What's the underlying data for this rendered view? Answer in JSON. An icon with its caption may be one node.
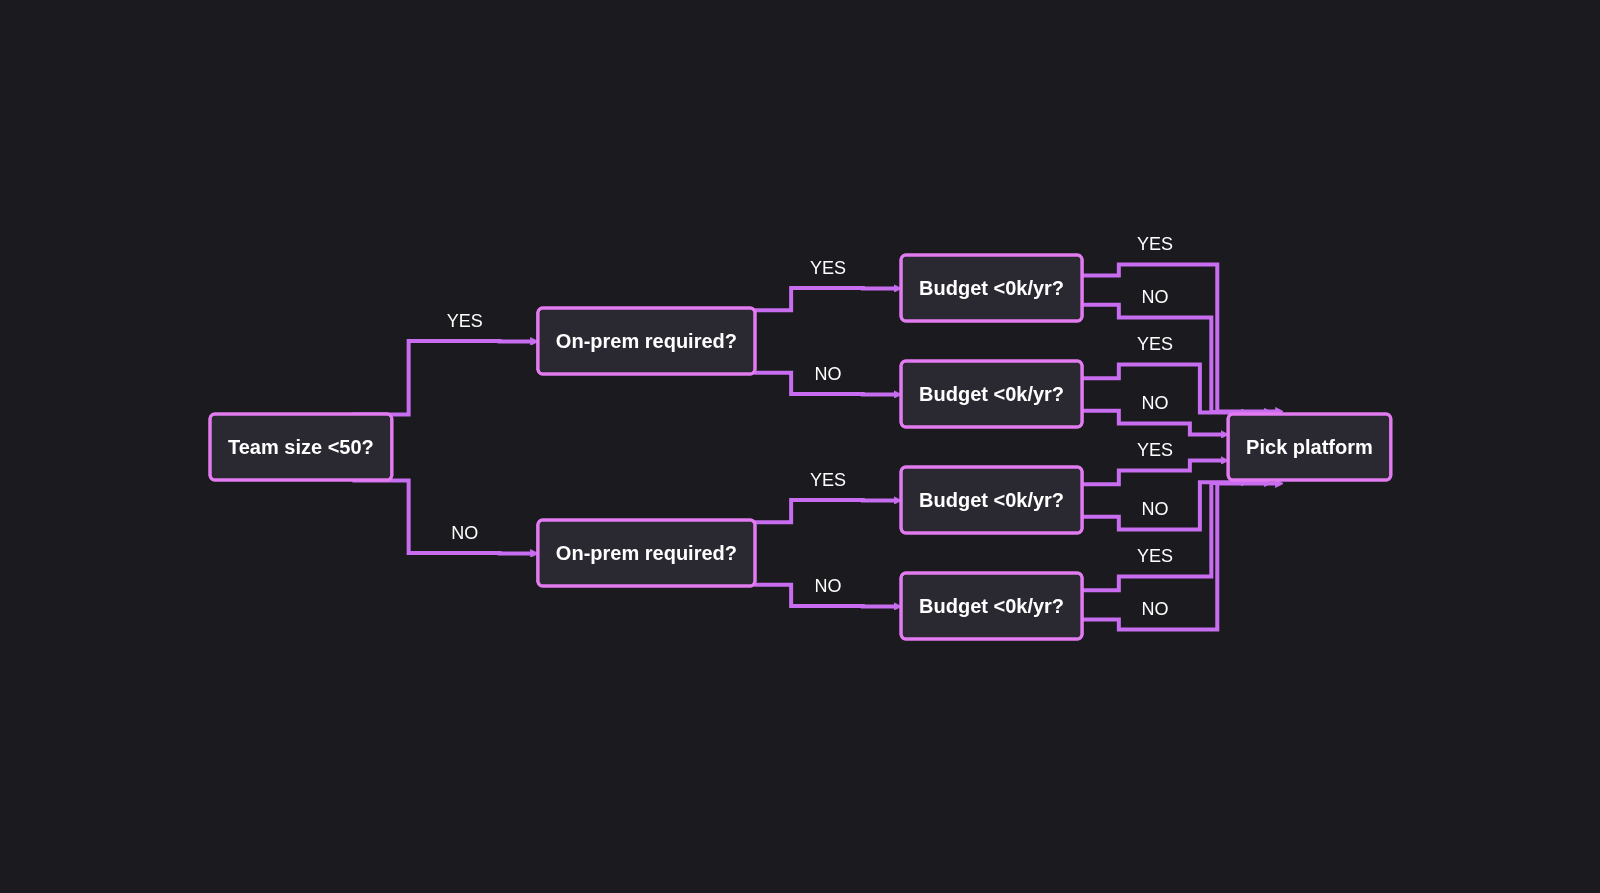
{
  "diagram": {
    "nodes": [
      {
        "text": [
          "Team size <50?"
        ]
      },
      {
        "text": [
          "On-prem required?"
        ]
      },
      {
        "text": [
          "On-prem required?"
        ]
      },
      {
        "text": [
          "Budget <0k/yr?"
        ]
      },
      {
        "text": [
          "Budget <0k/yr?"
        ]
      },
      {
        "text": [
          "Budget <0k/yr?"
        ]
      },
      {
        "text": [
          "Budget <0k/yr?"
        ]
      },
      {
        "text": [
          "Pick platform"
        ]
      }
    ],
    "edges": [
      {
        "from": 0,
        "to": 1,
        "arrow": "to",
        "label": "YES"
      },
      {
        "from": 0,
        "to": 2,
        "arrow": "to",
        "label": "NO"
      },
      {
        "from": 1,
        "to": 3,
        "arrow": "to",
        "label": "YES"
      },
      {
        "from": 1,
        "to": 4,
        "arrow": "to",
        "label": "NO"
      },
      {
        "from": 2,
        "to": 5,
        "arrow": "to",
        "label": "YES"
      },
      {
        "from": 2,
        "to": 6,
        "arrow": "to",
        "label": "NO"
      },
      {
        "from": 3,
        "to": 7,
        "arrow": "to",
        "label": "YES"
      },
      {
        "from": 3,
        "to": 7,
        "arrow": "to",
        "label": "NO"
      },
      {
        "from": 4,
        "to": 7,
        "arrow": "to",
        "label": "YES"
      },
      {
        "from": 4,
        "to": 7,
        "arrow": "to",
        "label": "NO"
      },
      {
        "from": 5,
        "to": 7,
        "arrow": "to",
        "label": "YES"
      },
      {
        "from": 5,
        "to": 7,
        "arrow": "to",
        "label": "NO"
      },
      {
        "from": 6,
        "to": 7,
        "arrow": "to",
        "label": "YES"
      },
      {
        "from": 6,
        "to": 7,
        "arrow": "to",
        "label": "NO"
      }
    ]
  }
}
